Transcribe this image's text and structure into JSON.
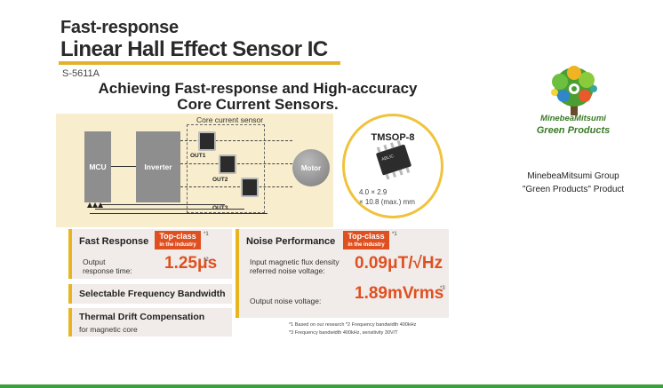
{
  "header": {
    "title_small": "Fast-response",
    "title_large": "Linear Hall Effect Sensor IC",
    "part_number": "S-5611A",
    "headline_line1": "Achieving Fast-response and High-accuracy",
    "headline_line2": "Core Current Sensors."
  },
  "diagram": {
    "core_label": "Core current sensor",
    "mcu": "MCU",
    "inverter": "Inverter",
    "motor": "Motor",
    "out1": "OUT1",
    "out2": "OUT2",
    "out3": "OUT3"
  },
  "package": {
    "name": "TMSOP-8",
    "chip_marking": "ABLIC",
    "dim_line1": "4.0 × 2.9",
    "dim_line2": "× 10.8 (max.) mm"
  },
  "features": {
    "fast_response": {
      "title": "Fast Response",
      "badge_line1": "Top-class",
      "badge_line2": "in the industry",
      "badge_note": "*1",
      "label_line1": "Output",
      "label_line2": "response time:",
      "value": "1.25μs",
      "value_note": "*2"
    },
    "bandwidth": {
      "title": "Selectable Frequency Bandwidth"
    },
    "thermal": {
      "title": "Thermal Drift Compensation",
      "subtitle": "for magnetic core"
    },
    "noise": {
      "title": "Noise Performance",
      "badge_line1": "Top-class",
      "badge_line2": "in the industry",
      "badge_note": "*1",
      "label1_line1": "Input magnetic flux density",
      "label1_line2": "referred noise voltage:",
      "value1": "0.09μT/√Hz",
      "label2": "Output noise voltage:",
      "value2": "1.89mVrms",
      "value2_note": "*3"
    }
  },
  "footnotes": {
    "line1": "*1 Based on our research  *2 Frequency bandwidth 400kHz",
    "line2": "*3 Frequency bandwidth 400kHz, sensitivity 30V/T"
  },
  "brand": {
    "company": "MinebeaMitsumi",
    "program": "Green Products",
    "group_text": "MinebeaMitsumi Group",
    "product_text": "\"Green Products\" Product"
  },
  "colors": {
    "accent_yellow": "#e2b22a",
    "badge_orange": "#df5020",
    "brand_green": "#3a7a26",
    "diagram_bg": "#f8edcc"
  }
}
